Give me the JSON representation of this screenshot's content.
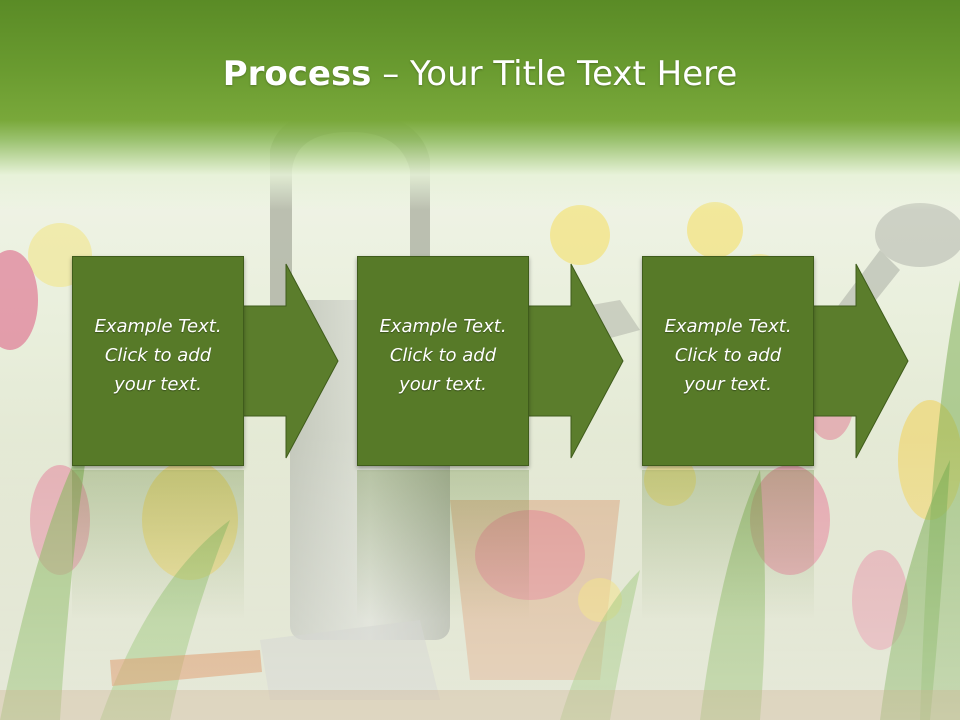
{
  "slide": {
    "title_bold": "Process",
    "title_rest": " – Your Title Text Here"
  },
  "steps": [
    {
      "line1": "Example Text.",
      "line2": "Click  to add",
      "line3": "your text."
    },
    {
      "line1": "Example Text.",
      "line2": "Click  to add",
      "line3": "your text."
    },
    {
      "line1": "Example Text.",
      "line2": "Click  to add",
      "line3": "your text."
    }
  ],
  "colors": {
    "header_green": "#6a9b30",
    "box_green": "#577a28",
    "arrow_green": "#5b7d2c"
  },
  "background_image": "garden tools with tulips and daffodils"
}
